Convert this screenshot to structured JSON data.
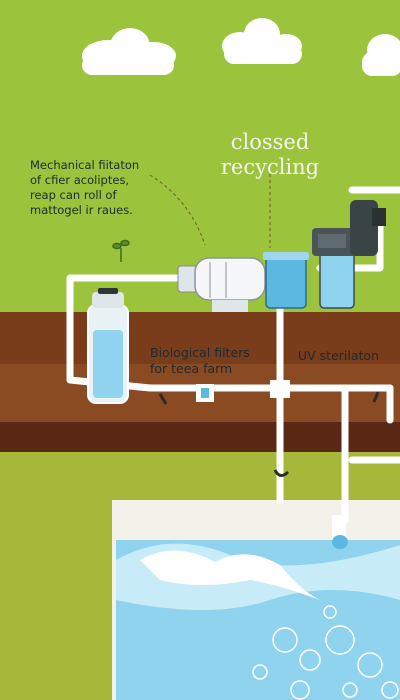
{
  "diagram": {
    "title_line1": "clossed",
    "title_line2": "recycling",
    "mechanical_line1": "Mechanical fiitaton",
    "mechanical_line2": "of cfier acoliptes,",
    "mechanical_line3": "reap can roll of",
    "mechanical_line4": "mattogel ir raues.",
    "biological_line1": "Biological filters",
    "biological_line2": "for teea farm",
    "uv_label": "UV sterilaton"
  },
  "colors": {
    "sky": "#9cc33c",
    "soil_top": "#7a3d1c",
    "soil_dark": "#5a2814",
    "grass": "#a6b83a",
    "water": "#8fd3ee",
    "pipe": "#ffffff",
    "text_dark": "#1d2a2e"
  }
}
